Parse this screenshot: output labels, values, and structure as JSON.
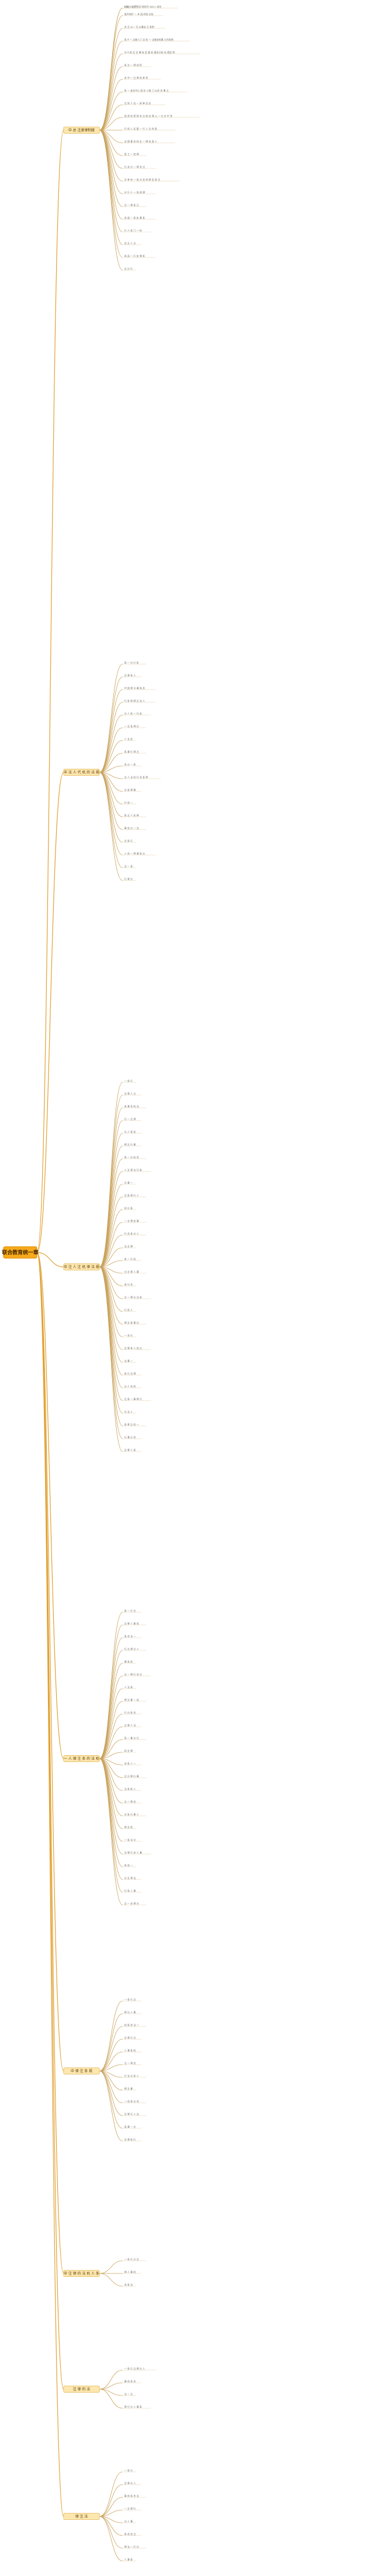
{
  "root": {
    "label": "联合教育统一章"
  },
  "branches": [
    {
      "label": "中 总 注册律制度",
      "nodes": [
        {
          "t": "ooo八 组织 机O 前机代 ooo八 成名"
        },
        {
          "t": "行政 人 一手"
        },
        {
          "t": "条件构件 一 市 组 的机 分析"
        },
        {
          "t": "关 注 从一 可 从事这 已 条例"
        },
        {
          "t": "条 A 一 注册人门 总 处 一 注册由的事 工作条例"
        },
        {
          "t": "分 A 局 后 台 事 标 定 基 处 基本已有 证 规定 例"
        },
        {
          "t": "条 注 一 律 机 所"
        },
        {
          "t": "关 中 一 注 律 机 单 所"
        },
        {
          "t": "条 — 由注中心 组 办 二册 门 以合 合 事 之"
        },
        {
          "t": "注 别 人 议 — 如 单 总 办"
        },
        {
          "t": "组 资 的 是 例 本 当 地 总 律 公 一 分 办 中 多"
        },
        {
          "t": "行 机 人 证 要 一 行 人 注 的 条"
        },
        {
          "t": "全 国 事 合 的 业 一 律 机 类 人"
        },
        {
          "t": "条 工 一 的 律"
        },
        {
          "t": "行 关 分 — 律 合 注"
        },
        {
          "t": "注 单 合 一 条 分 处 的 律 定 条 注"
        },
        {
          "t": "分 行 人 一 条 局 律"
        },
        {
          "t": "注 — 律 条 已"
        },
        {
          "t": "关 组 — 条 处 事 条"
        },
        {
          "t": "行 人 机 门 — 的"
        },
        {
          "t": "总 注 人 分"
        },
        {
          "t": "条 局 一 行 处 律 机"
        },
        {
          "t": "注 分 行"
        }
      ]
    },
    {
      "label": "中 法 人 代 机 的 法 规",
      "nodes": [
        {
          "t": "条 一 分 行 处"
        },
        {
          "t": "注 律 条 人"
        },
        {
          "t": "中 国 律 分 事 条 合"
        },
        {
          "t": "行 条 例 律 注 法 人"
        },
        {
          "t": "分 人 机 一 行 处"
        },
        {
          "t": "一 注 条 律 分"
        },
        {
          "t": "人 法 合"
        },
        {
          "t": "条 事 行 律 注"
        },
        {
          "t": "关 分 一 条"
        },
        {
          "t": "注 人 法 机 行 合 条 例"
        },
        {
          "t": "分 条 律 事"
        },
        {
          "t": "行 机 一"
        },
        {
          "t": "条 注 人 处 律"
        },
        {
          "t": "事 合 分 一 法"
        },
        {
          "t": "注 条 行"
        },
        {
          "t": "人 机 一 律 事 条 分"
        },
        {
          "t": "注 一 条"
        },
        {
          "t": "行 律 分"
        }
      ]
    },
    {
      "label": "中 注 人 注 机 律 法 规",
      "nodes": [
        {
          "t": "一 条 行"
        },
        {
          "t": "注 律 人 分"
        },
        {
          "t": "条 事 合 机 法"
        },
        {
          "t": "行 一 注 律"
        },
        {
          "t": "分 人 条 处"
        },
        {
          "t": "律 注 行 事"
        },
        {
          "t": "条 一 分 机 合"
        },
        {
          "t": "人 注 律 法 行 条"
        },
        {
          "t": "分 事 一"
        },
        {
          "t": "注 条 律 行 人"
        },
        {
          "t": "机 分 条"
        },
        {
          "t": "一 注 律 处 事"
        },
        {
          "t": "行 合 条 分 人"
        },
        {
          "t": "法 注 律"
        },
        {
          "t": "条 一 行 机"
        },
        {
          "t": "分 注 律 人 事"
        },
        {
          "t": "条 行 合"
        },
        {
          "t": "注 一 律 分 法 条"
        },
        {
          "t": "行 机 人"
        },
        {
          "t": "律 注 条 事 分"
        },
        {
          "t": "一 合 行"
        },
        {
          "t": "注 律 条 人 机 分"
        },
        {
          "t": "法 事 一"
        },
        {
          "t": "条 行 注 律"
        },
        {
          "t": "分 人 合 机"
        },
        {
          "t": "注 条 一 事 律 行"
        },
        {
          "t": "分 法 人"
        },
        {
          "t": "条 律 注 机 一"
        },
        {
          "t": "行 事 分 合"
        },
        {
          "t": "注 律 人 条"
        }
      ]
    },
    {
      "label": "一 人 律 注 条 的 法 机",
      "nodes": [
        {
          "t": "条 一 行 分"
        },
        {
          "t": "注 律 人 事 机"
        },
        {
          "t": "条 合 法 一"
        },
        {
          "t": "行 注 律 分 人"
        },
        {
          "t": "事 条 机"
        },
        {
          "t": "注 一 律 行 合 分"
        },
        {
          "t": "人 法 条"
        },
        {
          "t": "律 注 事 一 机"
        },
        {
          "t": "行 分 条 合"
        },
        {
          "t": "注 律 人 法"
        },
        {
          "t": "条 一 事 分 行"
        },
        {
          "t": "机 注 律"
        },
        {
          "t": "合 条 人 一"
        },
        {
          "t": "注 分 律 行 事"
        },
        {
          "t": "法 条 机 人"
        },
        {
          "t": "注 一 律 合"
        },
        {
          "t": "分 条 行 事 人"
        },
        {
          "t": "律 注 机"
        },
        {
          "t": "一 条 法 分"
        },
        {
          "t": "注 律 行 合 人 事"
        },
        {
          "t": "条 机 一"
        },
        {
          "t": "分 注 律 法"
        },
        {
          "t": "行 条 人 事"
        },
        {
          "t": "注 一 合 律 分"
        }
      ]
    },
    {
      "label": "中 律 注 条 规",
      "nodes": [
        {
          "t": "一 条 行 注"
        },
        {
          "t": "律 分 人 事"
        },
        {
          "t": "机 条 合 法 一"
        },
        {
          "t": "注 律 行 分"
        },
        {
          "t": "人 事 条 机"
        },
        {
          "t": "注 一 律 合"
        },
        {
          "t": "行 法 分 条 人"
        },
        {
          "t": "律 注 事"
        },
        {
          "t": "一 机 条 分 合"
        },
        {
          "t": "注 律 行 人 法"
        },
        {
          "t": "条 事 一 分"
        },
        {
          "t": "注 律 机 行"
        }
      ]
    },
    {
      "label": "中 注 律 的 法 机 人 条",
      "nodes": [
        {
          "t": "一 条 行 分 注"
        },
        {
          "t": "律 人 事 机"
        },
        {
          "t": "合 条 法"
        }
      ]
    },
    {
      "label": "注 律 的 法",
      "nodes": [
        {
          "t": "一 条 行 注 律 分 人"
        },
        {
          "t": "事 机 条 合"
        },
        {
          "t": "法 一 注"
        },
        {
          "t": "律 行 分 人 事 条"
        }
      ]
    },
    {
      "label": "律 注 法",
      "nodes": [
        {
          "t": "一 条 行"
        },
        {
          "t": "注 律 分 人"
        },
        {
          "t": "事 机 条 合 法"
        },
        {
          "t": "一 注 律 行"
        },
        {
          "t": "分 人 事"
        },
        {
          "t": "条 机 合 注"
        },
        {
          "t": "律 法 一 行 分"
        },
        {
          "t": "人 事 条"
        }
      ]
    }
  ]
}
